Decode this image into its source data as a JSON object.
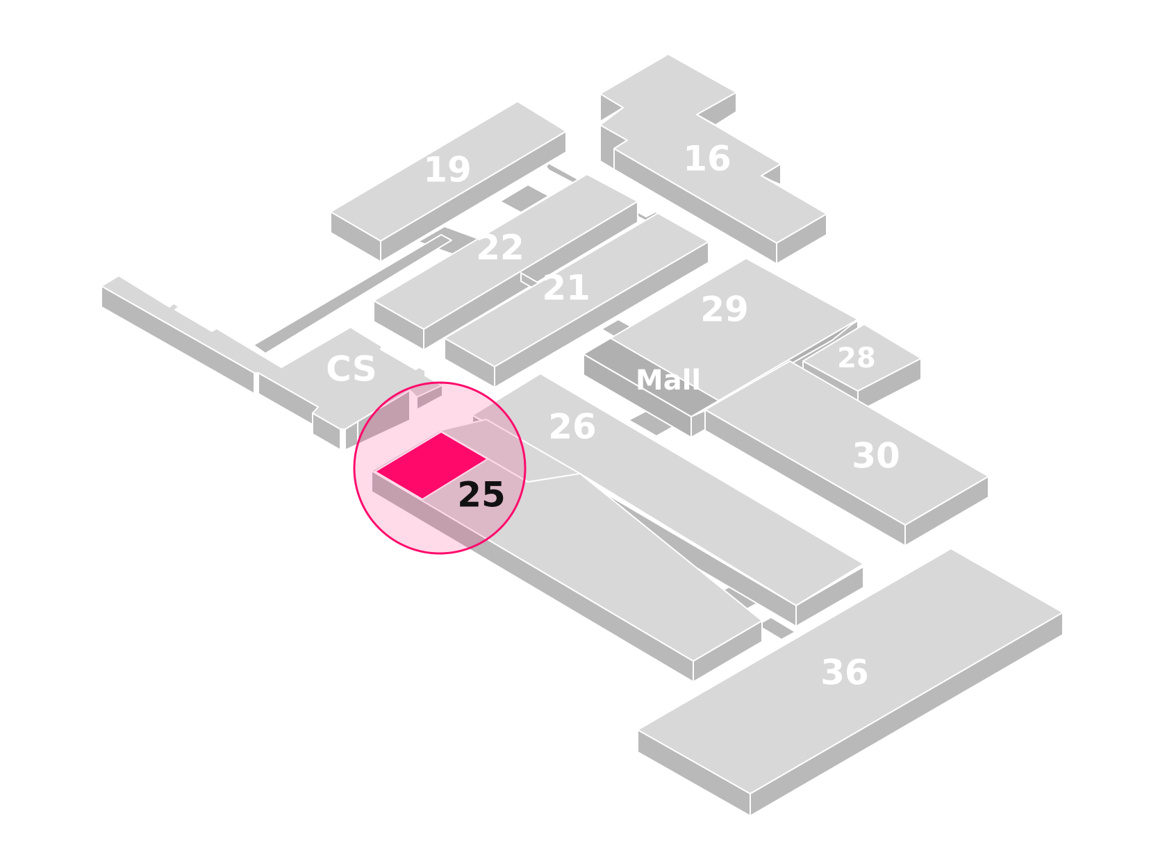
{
  "map": {
    "colors": {
      "roof": "#d8d8d8",
      "wall": "#b9b9b9",
      "outline": "#ffffff",
      "highlight": "#ff0a6c",
      "highlight_tint": "#ffd6e6",
      "label": "#ffffff",
      "active_label": "#111111"
    },
    "halls": [
      {
        "id": "19",
        "label": "19"
      },
      {
        "id": "16",
        "label": "16"
      },
      {
        "id": "22",
        "label": "22"
      },
      {
        "id": "21",
        "label": "21"
      },
      {
        "id": "29",
        "label": "29"
      },
      {
        "id": "28",
        "label": "28"
      },
      {
        "id": "cs",
        "label": "CS"
      },
      {
        "id": "mall",
        "label": "Mall"
      },
      {
        "id": "26",
        "label": "26"
      },
      {
        "id": "30",
        "label": "30"
      },
      {
        "id": "25",
        "label": "25"
      },
      {
        "id": "36",
        "label": "36"
      }
    ],
    "highlighted_hall": "25"
  }
}
